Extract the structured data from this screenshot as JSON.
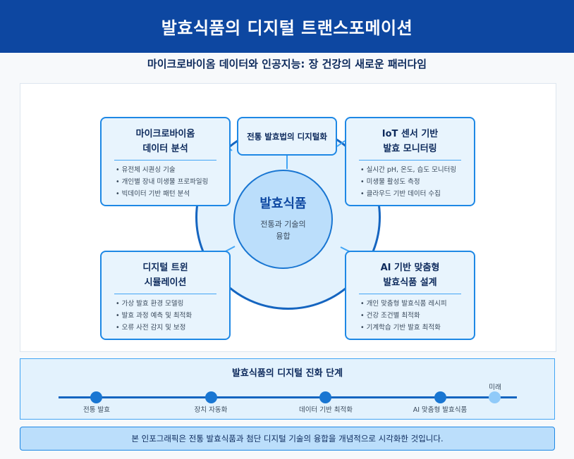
{
  "header": {
    "title": "발효식품의 디지털 트랜스포메이션"
  },
  "subtitle": "마이크로바이옴 데이터와 인공지능: 장 건강의 새로운 패러다임",
  "center": {
    "title": "발효식품",
    "subtitle_line1": "전통과 기술의",
    "subtitle_line2": "융합"
  },
  "top_card": {
    "label": "전통 발효법의 디지털화"
  },
  "cards": {
    "microbiome": {
      "title_line1": "마이크로바이옴",
      "title_line2": "데이터 분석",
      "items": [
        "유전체 시퀀싱 기술",
        "개인별 장내 미생물 프로파일링",
        "빅데이터 기반 패턴 분석"
      ]
    },
    "iot": {
      "title_line1": "IoT 센서 기반",
      "title_line2": "발효 모니터링",
      "items": [
        "실시간 pH, 온도, 습도 모니터링",
        "미생물 활성도 측정",
        "클라우드 기반 데이터 수집"
      ]
    },
    "twin": {
      "title_line1": "디지털 트윈",
      "title_line2": "시뮬레이션",
      "items": [
        "가상 발효 환경 모델링",
        "발효 과정 예측 및 최적화",
        "오류 사전 감지 및 보정"
      ]
    },
    "ai": {
      "title_line1": "AI 기반 맞춤형",
      "title_line2": "발효식품 설계",
      "items": [
        "개인 맞춤형 발효식품 레시피",
        "건강 조건별 최적화",
        "기계학습 기반 발효 최적화"
      ]
    }
  },
  "timeline": {
    "title": "발효식품의 디지털 진화 단계",
    "stages": [
      "전통 발효",
      "장치 자동화",
      "데이터 기반 최적화",
      "AI 맞춤형 발효식품"
    ],
    "future_label": "미래"
  },
  "footer_note": "본 인포그래픽은 전통 발효식품과 첨단 디지털 기술의 융합을 개념적으로 시각화한 것입니다.",
  "colors": {
    "header_bg": "#0d47a1",
    "accent": "#1e88e5",
    "card_bg": "#e8f4fd",
    "ring_fill": "#e3f2fd",
    "core_fill": "#bbdefb"
  }
}
